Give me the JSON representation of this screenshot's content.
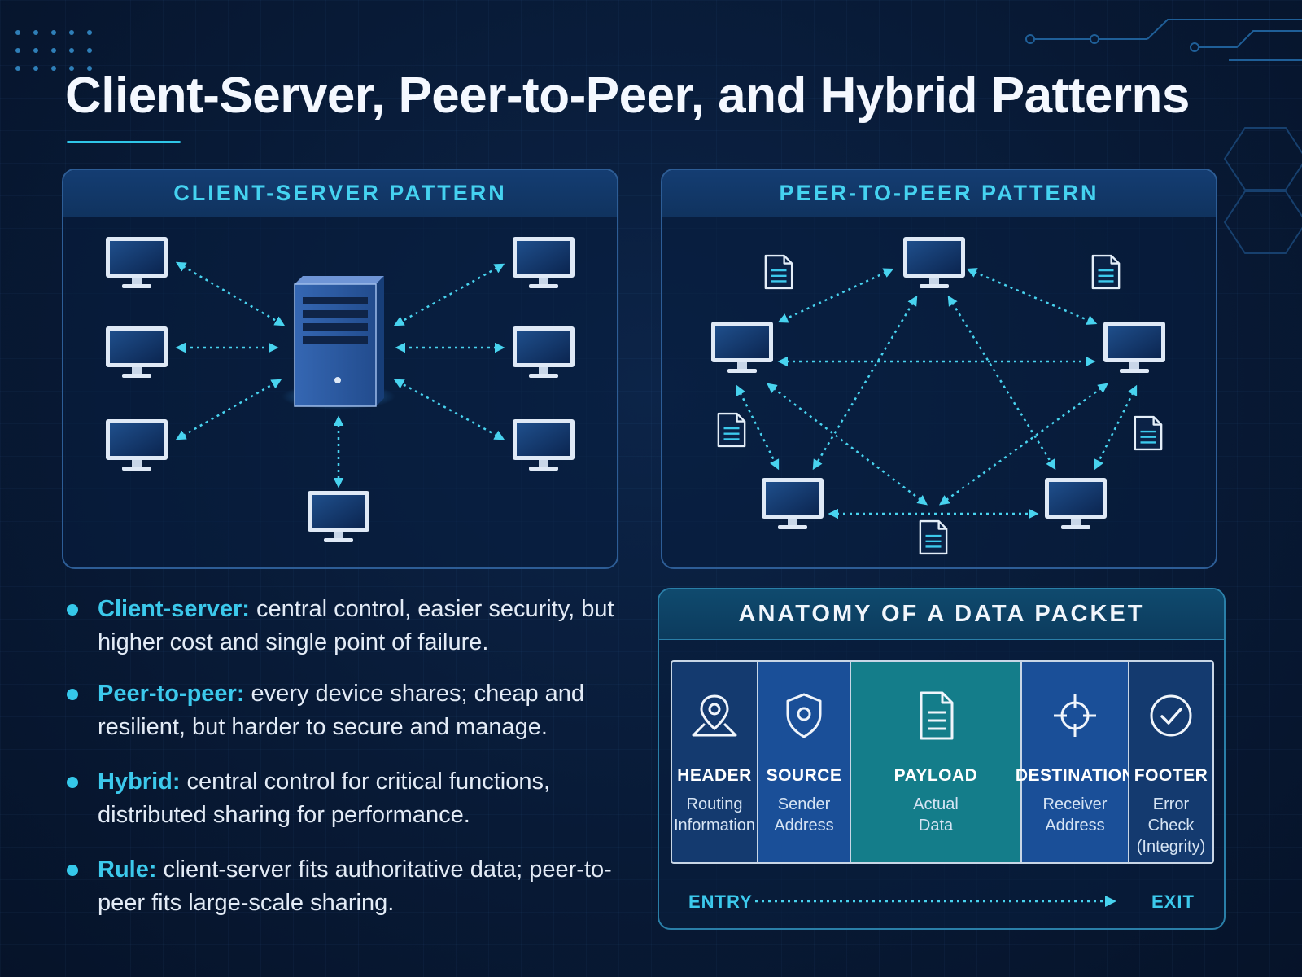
{
  "page": {
    "title": "Client-Server, Peer-to-Peer, and Hybrid Patterns"
  },
  "client_server": {
    "heading": "CLIENT-SERVER PATTERN",
    "clients": 7,
    "server": 1
  },
  "peer_to_peer": {
    "heading": "PEER-TO-PEER PATTERN",
    "peers": 5,
    "documents": 5
  },
  "bullets": [
    {
      "term": "Client-server:",
      "text": " central control, easier security, but higher cost and single point of failure."
    },
    {
      "term": "Peer-to-peer:",
      "text": " every device shares; cheap and resilient, but harder to secure and manage."
    },
    {
      "term": "Hybrid:",
      "text": " central control for critical functions, distributed sharing for performance."
    },
    {
      "term": "Rule:",
      "text": " client-server fits authoritative data; peer-to-peer fits large-scale sharing."
    }
  ],
  "packet": {
    "heading": "ANATOMY OF A DATA PACKET",
    "segments": [
      {
        "name": "HEADER",
        "desc": "Routing Information",
        "icon": "location-pin-icon"
      },
      {
        "name": "SOURCE",
        "desc": "Sender Address",
        "icon": "shield-icon"
      },
      {
        "name": "PAYLOAD",
        "desc": "Actual Data",
        "icon": "document-icon"
      },
      {
        "name": "DESTINATION",
        "desc": "Receiver Address",
        "icon": "crosshair-icon"
      },
      {
        "name": "FOOTER",
        "desc": "Error Check (Integrity)",
        "icon": "checkmark-icon"
      }
    ],
    "entry_label": "ENTRY",
    "exit_label": "EXIT"
  },
  "colors": {
    "background": "#081a36",
    "accent": "#35c8ea",
    "panel_border": "#2d5d96",
    "payload": "#147d8a",
    "source_destination": "#1a4f98",
    "header_footer": "#143a6f"
  }
}
